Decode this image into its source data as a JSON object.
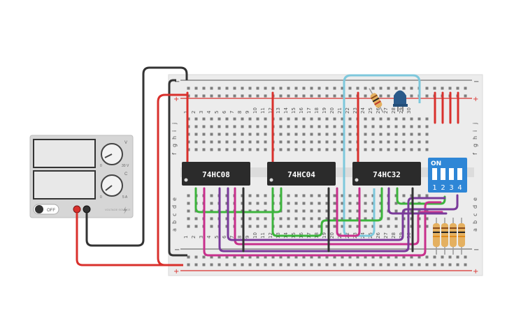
{
  "chips": [
    {
      "label": "74HC08"
    },
    {
      "label": "74HC04"
    },
    {
      "label": "74HC32"
    }
  ],
  "breadboard": {
    "rail_minus": "−",
    "rail_plus": "+",
    "row_letters_top": [
      "j",
      "i",
      "h",
      "g",
      "f"
    ],
    "row_letters_bottom": [
      "e",
      "d",
      "c",
      "b",
      "a"
    ],
    "column_numbers": [
      "1",
      "2",
      "3",
      "4",
      "5",
      "6",
      "7",
      "8",
      "9",
      "10",
      "11",
      "12",
      "13",
      "14",
      "15",
      "16",
      "17",
      "18",
      "19",
      "20",
      "21",
      "22",
      "23",
      "24",
      "25",
      "26",
      "27",
      "28",
      "29",
      "30"
    ]
  },
  "dip_switch": {
    "on_label": "ON",
    "numbers": [
      "1",
      "2",
      "3",
      "4"
    ],
    "color": "#2e86d6"
  },
  "power_supply": {
    "off_label": "OFF",
    "voltage_unit": "V",
    "voltage_max": "30 V",
    "voltage_min": "0",
    "current_unit": "C",
    "current_max": "5 A",
    "current_min": "0",
    "brand": "VOLTAGE SOURCE"
  },
  "colors": {
    "red_wire": "#d9302c",
    "black_wire": "#333333",
    "green_wire": "#3cb43c",
    "magenta_wire": "#c8308c",
    "purple_wire": "#7a3a9a",
    "cyan_wire": "#7ec8dc",
    "led_blue": "#2a5a8a",
    "chip_body": "#2b2b2b",
    "board": "#ececec"
  }
}
